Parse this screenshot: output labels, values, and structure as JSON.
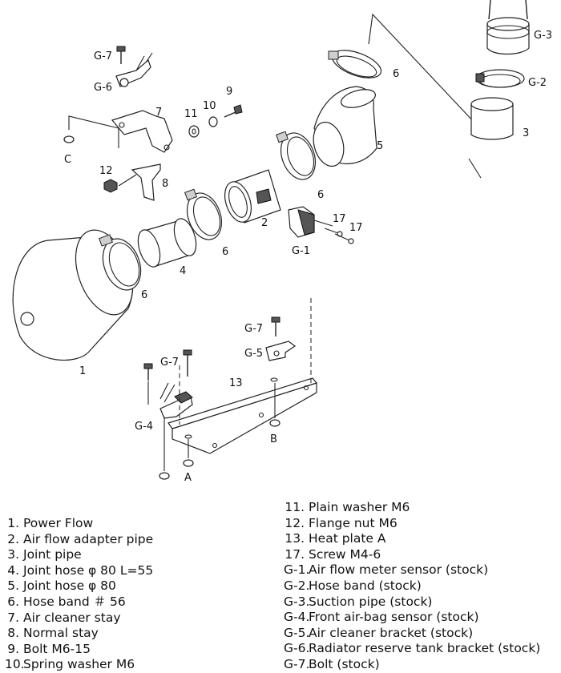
{
  "callouts": {
    "g7_top": "G-7",
    "g6": "G-6",
    "n7": "7",
    "n11": "11",
    "n10": "10",
    "n9": "9",
    "c_label": "C",
    "n12": "12",
    "n8": "8",
    "n6_top": "6",
    "g3": "G-3",
    "g2": "G-2",
    "n3": "3",
    "n5": "5",
    "n6_mid": "6",
    "n2": "2",
    "n17a": "17",
    "n17b": "17",
    "g1": "G-1",
    "n6_low": "6",
    "n4": "4",
    "n6_left": "6",
    "n1": "1",
    "g7_mid": "G-7",
    "g5": "G-5",
    "g7_low": "G-7",
    "n13": "13",
    "g4": "G-4",
    "a_label": "A",
    "b_label": "B"
  },
  "legend_left": [
    {
      "num": "1.",
      "text": "Power Flow"
    },
    {
      "num": "2.",
      "text": "Air flow adapter pipe"
    },
    {
      "num": "3.",
      "text": "Joint pipe"
    },
    {
      "num": "4.",
      "text": "Joint hose φ 80 L=55"
    },
    {
      "num": "5.",
      "text": "Joint hose φ 80"
    },
    {
      "num": "6.",
      "text": "Hose band ＃ 56"
    },
    {
      "num": "7.",
      "text": "Air cleaner stay"
    },
    {
      "num": "8.",
      "text": "Normal stay"
    },
    {
      "num": "9.",
      "text": "Bolt M6-15"
    },
    {
      "num": "10.",
      "text": "Spring washer M6"
    }
  ],
  "legend_right": [
    {
      "num": "11.",
      "text": "Plain  washer M6"
    },
    {
      "num": "12.",
      "text": "Flange nut M6"
    },
    {
      "num": "13.",
      "text": "Heat plate A"
    },
    {
      "num": "17.",
      "text": "Screw M4-6"
    },
    {
      "num": "G-1.",
      "text": "Air flow meter sensor (stock)"
    },
    {
      "num": "G-2.",
      "text": "Hose band (stock)"
    },
    {
      "num": "G-3.",
      "text": "Suction pipe (stock)"
    },
    {
      "num": "G-4.",
      "text": "Front air-bag sensor (stock)"
    },
    {
      "num": "G-5.",
      "text": "Air cleaner bracket (stock)"
    },
    {
      "num": "G-6.",
      "text": "Radiator reserve tank bracket (stock)"
    },
    {
      "num": "G-7.",
      "text": "Bolt  (stock)"
    }
  ]
}
